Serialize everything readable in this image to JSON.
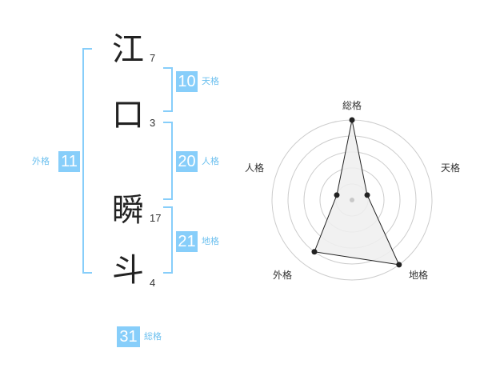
{
  "name": {
    "chars": [
      {
        "char": "江",
        "strokes": "7"
      },
      {
        "char": "口",
        "strokes": "3"
      },
      {
        "char": "瞬",
        "strokes": "17"
      },
      {
        "char": "斗",
        "strokes": "4"
      }
    ]
  },
  "fortunes": {
    "ten": {
      "value": "10",
      "label": "天格"
    },
    "jin": {
      "value": "20",
      "label": "人格"
    },
    "chi": {
      "value": "21",
      "label": "地格"
    },
    "gai": {
      "value": "11",
      "label": "外格"
    },
    "total": {
      "value": "31",
      "label": "総格"
    }
  },
  "chart_data": {
    "type": "radar",
    "axes": [
      "総格",
      "天格",
      "地格",
      "外格",
      "人格"
    ],
    "values": [
      5,
      1,
      5,
      4,
      1
    ],
    "max": 5,
    "rings": 5,
    "colors": {
      "fill": "#eeeeee",
      "line": "#222222",
      "grid": "#cccccc",
      "center": "#c8c8c8"
    }
  }
}
